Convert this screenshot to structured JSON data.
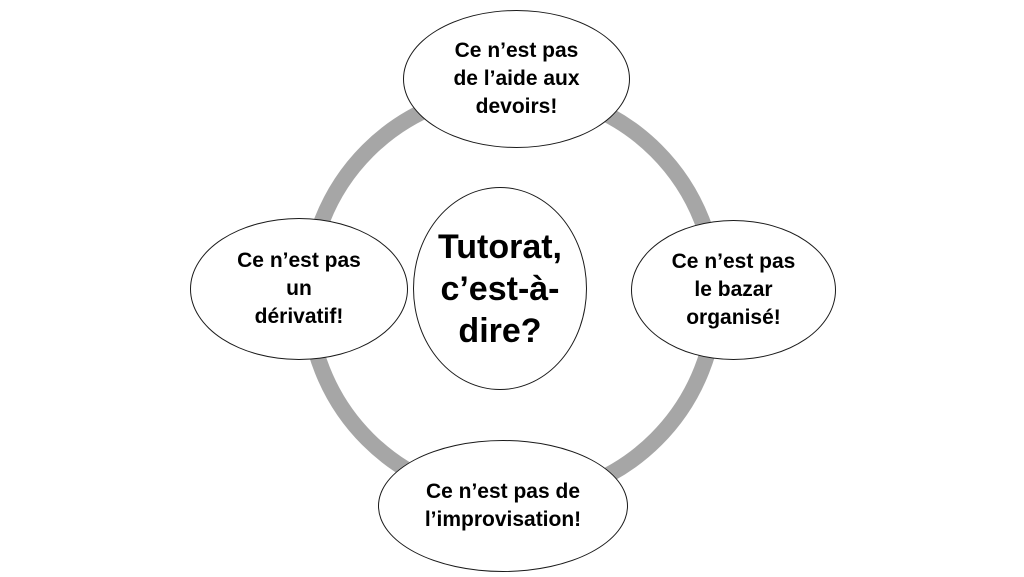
{
  "diagram": {
    "center": {
      "label": "Tutorat,\nc’est-à-\ndire?"
    },
    "nodes": {
      "top": {
        "label": "Ce n’est pas\nde l’aide aux\ndevoirs!"
      },
      "right": {
        "label": "Ce n’est pas\nle bazar\norganisé!"
      },
      "bottom": {
        "label": "Ce n’est pas de\nl’improvisation!"
      },
      "left": {
        "label": "Ce n’est pas\nun\ndérivatif!"
      }
    },
    "colors": {
      "ring": "#a6a6a6",
      "outline": "#1a1a1a",
      "text": "#000000",
      "fill": "#ffffff"
    }
  }
}
